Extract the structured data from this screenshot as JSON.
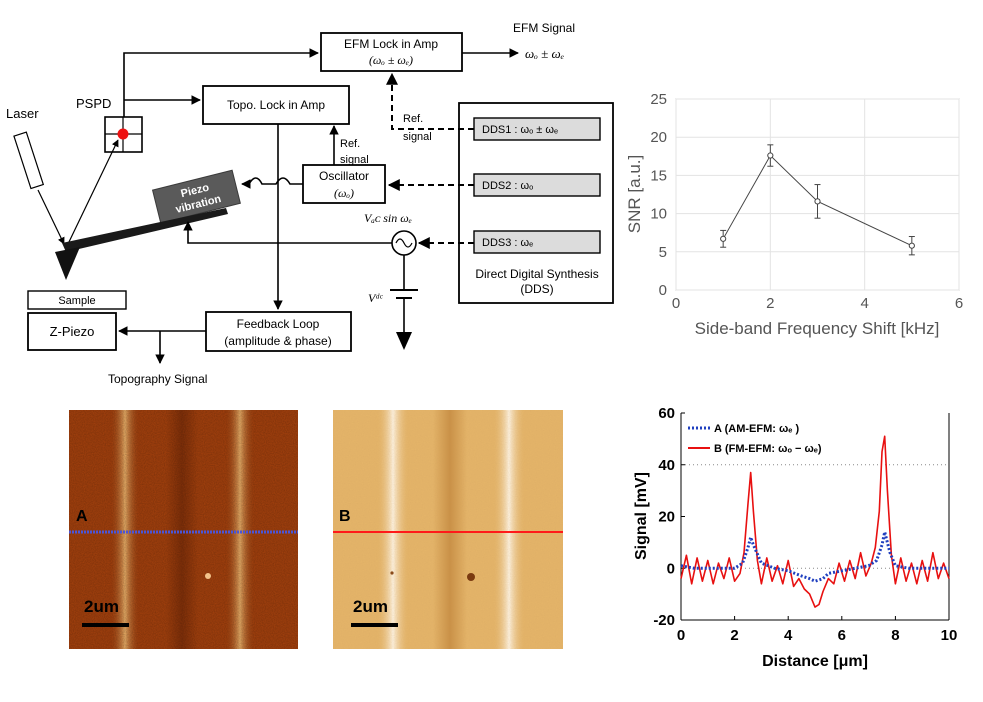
{
  "diagram": {
    "laser": "Laser",
    "pspd": "PSPD",
    "efm_lock": {
      "line1": "EFM Lock in Amp",
      "line2": "(ωₒ ± ωₑ)"
    },
    "efm_signal": {
      "label": "EFM Signal",
      "formula": "ωₒ ± ωₑ"
    },
    "topo_lock": "Topo. Lock in Amp",
    "ref_signal_1": {
      "line1": "Ref.",
      "line2": "signal"
    },
    "ref_signal_2": {
      "line1": "Ref.",
      "line2": "signal"
    },
    "oscillator": {
      "line1": "Oscillator",
      "line2": "(ωₒ)"
    },
    "piezo_vibration": {
      "line1": "Piezo",
      "line2": "vibration"
    },
    "dds1": "DDS1 : ωₒ ± ωₑ",
    "dds2": "DDS2 : ωₒ",
    "dds3": "DDS3 : ωₑ",
    "dds_title": {
      "line1": "Direct Digital Synthesis",
      "line2": "(DDS)"
    },
    "vac": "Vₐᴄ sin ωₑ",
    "vdc": "Vᵈᶜ",
    "sample": "Sample",
    "zpiezo": "Z-Piezo",
    "feedback": {
      "line1": "Feedback Loop",
      "line2": "(amplitude & phase)"
    },
    "topography_signal": "Topography Signal"
  },
  "images": {
    "a": {
      "label": "A",
      "scale": "2um",
      "line_color": "#4a55d8",
      "base_color": "#a9430e"
    },
    "b": {
      "label": "B",
      "scale": "2um",
      "line_color": "#ff1a1a",
      "base_color": "#e6b66a"
    }
  },
  "chart_data": [
    {
      "type": "line",
      "x": [
        1,
        2,
        3,
        5
      ],
      "values": [
        6.7,
        17.6,
        11.6,
        5.8
      ],
      "errors": [
        1.1,
        1.4,
        2.2,
        1.2
      ],
      "xlabel": "Side-band Frequency Shift [kHz]",
      "ylabel": "SNR [a.u.]",
      "xlim": [
        0,
        6
      ],
      "ylim": [
        0,
        25
      ],
      "xticks": [
        "0",
        "2",
        "4",
        "6"
      ],
      "yticks": [
        "0",
        "5",
        "10",
        "15",
        "20",
        "25"
      ],
      "grid": true,
      "color": "#444444"
    },
    {
      "type": "line",
      "xlabel": "Distance [μm]",
      "ylabel": "Signal [mV]",
      "xlim": [
        0,
        10
      ],
      "ylim": [
        -20,
        60
      ],
      "xticks": [
        "0",
        "2",
        "4",
        "6",
        "8",
        "10"
      ],
      "yticks": [
        "-20",
        "0",
        "20",
        "40",
        "60"
      ],
      "reference_line": 40,
      "legend_position": "top-left",
      "series": [
        {
          "name": "A (AM-EFM: ωₑ )",
          "color": "#1f3fbf",
          "style": "dotted",
          "x": [
            0,
            0.5,
            1,
            1.5,
            2,
            2.3,
            2.5,
            2.6,
            2.7,
            3,
            3.5,
            4,
            4.5,
            4.8,
            5,
            5.3,
            5.5,
            6,
            6.5,
            7,
            7.3,
            7.5,
            7.6,
            7.8,
            8,
            8.5,
            9,
            9.5,
            10
          ],
          "values": [
            1,
            0,
            0,
            0,
            0,
            2,
            8,
            12,
            9,
            2,
            0,
            -1,
            -3,
            -4,
            -5,
            -4,
            -2,
            -1,
            0,
            1,
            3,
            9,
            14,
            6,
            1,
            0,
            0,
            0,
            0
          ]
        },
        {
          "name": "B (FM-EFM: ωₒ − ωₑ)",
          "color": "#e81010",
          "style": "solid",
          "x": [
            0,
            0.2,
            0.4,
            0.6,
            0.8,
            1.0,
            1.2,
            1.4,
            1.6,
            1.8,
            2.0,
            2.2,
            2.35,
            2.5,
            2.6,
            2.7,
            2.85,
            3.0,
            3.2,
            3.4,
            3.6,
            3.8,
            4.0,
            4.2,
            4.4,
            4.6,
            4.8,
            5.0,
            5.15,
            5.3,
            5.5,
            5.7,
            5.9,
            6.1,
            6.3,
            6.5,
            6.7,
            6.9,
            7.1,
            7.25,
            7.4,
            7.5,
            7.6,
            7.7,
            7.85,
            8.0,
            8.2,
            8.4,
            8.6,
            8.8,
            9.0,
            9.2,
            9.4,
            9.6,
            9.8,
            10.0
          ],
          "values": [
            -4,
            5,
            -6,
            4,
            -5,
            3,
            -6,
            2,
            -4,
            4,
            -5,
            -2,
            6,
            25,
            37,
            22,
            3,
            -6,
            4,
            -5,
            1,
            -6,
            3,
            -7,
            -4,
            -8,
            -10,
            -15,
            -14,
            -9,
            -4,
            -6,
            2,
            -5,
            3,
            -4,
            6,
            -3,
            2,
            8,
            22,
            45,
            51,
            30,
            5,
            -6,
            4,
            -5,
            2,
            -6,
            3,
            -5,
            6,
            -4,
            2,
            -4
          ]
        }
      ]
    }
  ]
}
